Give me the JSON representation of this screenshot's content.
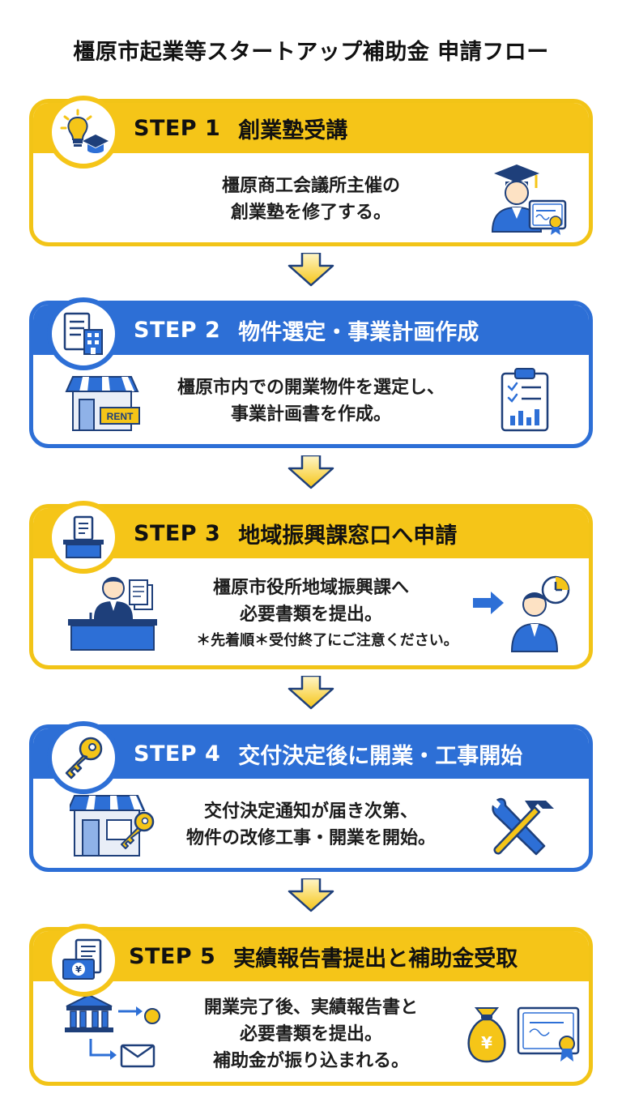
{
  "title": "橿原市起業等スタートアップ補助金 申請フロー",
  "steps": [
    {
      "label": "STEP 1",
      "title": "創業塾受講",
      "lines": [
        "橿原商工会議所主催の",
        "創業塾を修了する。"
      ]
    },
    {
      "label": "STEP 2",
      "title": "物件選定・事業計画作成",
      "lines": [
        "橿原市内での開業物件を選定し、",
        "事業計画書を作成。"
      ],
      "rent_sign": "RENT"
    },
    {
      "label": "STEP 3",
      "title": "地域振興課窓口へ申請",
      "lines": [
        "橿原市役所地域振興課へ",
        "必要書類を提出。"
      ],
      "note": "＊先着順＊受付終了にご注意ください。"
    },
    {
      "label": "STEP 4",
      "title": "交付決定後に開業・工事開始",
      "lines": [
        "交付決定通知が届き次第、",
        "物件の改修工事・開業を開始。"
      ]
    },
    {
      "label": "STEP 5",
      "title": "実績報告書提出と補助金受取",
      "lines": [
        "開業完了後、実績報告書と",
        "必要書類を提出。",
        "補助金が振り込まれる。"
      ],
      "yen_symbol": "¥"
    }
  ],
  "colors": {
    "yellow": "#f5c518",
    "blue": "#2d6fd6",
    "navy": "#1e3f7a"
  },
  "icons": {
    "step1_badge": "lightbulb-graduation-icon",
    "step1_side": "graduate-certificate-icon",
    "step2_badge": "document-building-icon",
    "step2_left": "storefront-rent-icon",
    "step2_right": "clipboard-checklist-icon",
    "step3_badge": "reception-desk-icon",
    "step3_left": "clerk-at-counter-icon",
    "step3_right": "person-clock-icon",
    "step4_badge": "key-icon",
    "step4_left": "store-key-icon",
    "step4_right": "wrench-hammer-icon",
    "step5_badge": "money-document-icon",
    "step5_left": "bank-transfer-icon",
    "step5_right": "money-bag-certificate-icon"
  }
}
